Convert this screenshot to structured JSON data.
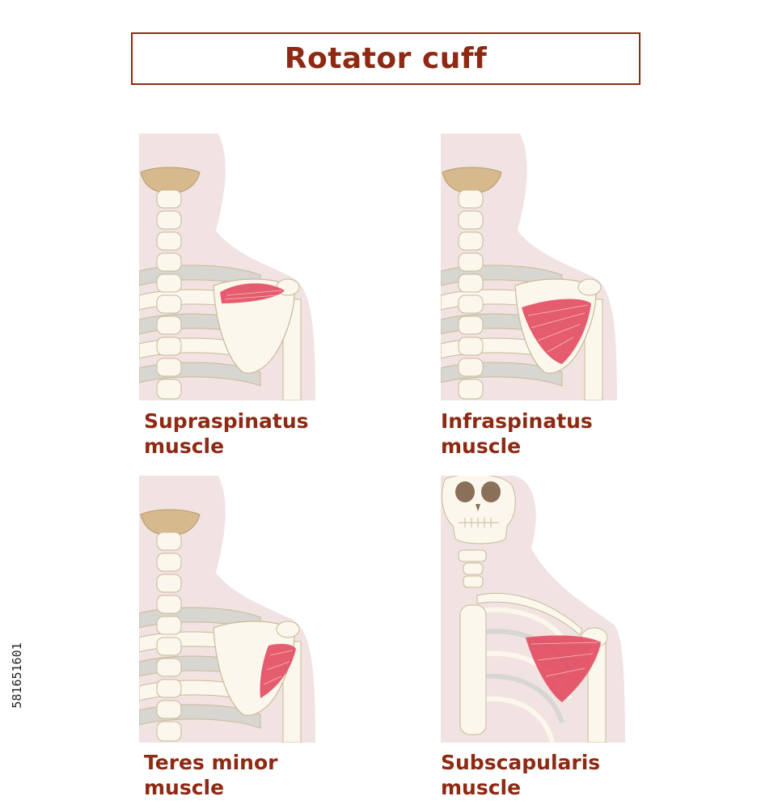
{
  "title": "Rotator cuff",
  "panels": [
    {
      "id": "supraspinatus",
      "line1": "Supraspinatus",
      "line2": "muscle"
    },
    {
      "id": "infraspinatus",
      "line1": "Infraspinatus",
      "line2": "muscle"
    },
    {
      "id": "teres-minor",
      "line1": "Teres minor",
      "line2": "muscle"
    },
    {
      "id": "subscapularis",
      "line1": "Subscapularis",
      "line2": "muscle"
    }
  ],
  "stock_id": "581651601",
  "colors": {
    "accent": "#8e2a14",
    "bone": "#fbf7ec",
    "bone_outline": "#c9b99a",
    "body": "#f1e3e1",
    "body_shadow": "#e8d2cf",
    "muscle": "#e24a60",
    "rib_shadow": "#cfcdc8",
    "cartilage": "#d6b98c"
  }
}
